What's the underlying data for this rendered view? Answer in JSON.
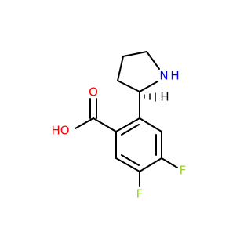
{
  "molecule": {
    "atoms": [
      {
        "id": "O_carbonyl",
        "symbol": "O"
      },
      {
        "id": "O_hydroxyl",
        "symbol": "HO"
      },
      {
        "id": "N_ring",
        "symbol": "N"
      },
      {
        "id": "H_on_N",
        "symbol": "H"
      },
      {
        "id": "H_stereo",
        "symbol": "H"
      },
      {
        "id": "F_upper",
        "symbol": "F"
      },
      {
        "id": "F_lower",
        "symbol": "F"
      }
    ],
    "colors": {
      "bond": "#000000",
      "oxygen": "#ff0000",
      "nitrogen": "#0000ff",
      "fluorine": "#9acd32",
      "carbon": "#000000"
    }
  }
}
